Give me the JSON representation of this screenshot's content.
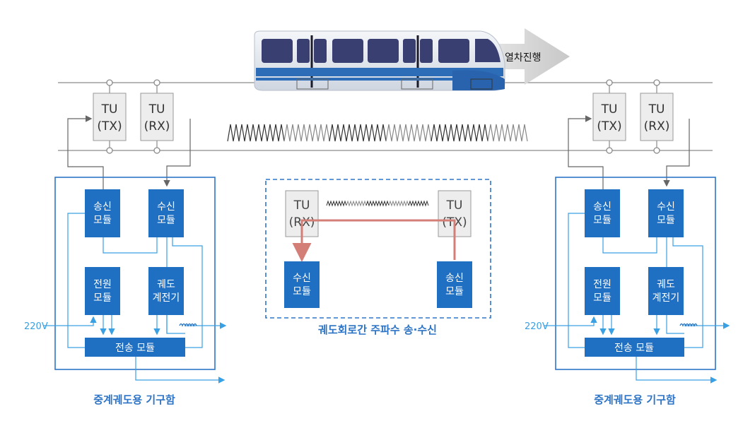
{
  "train_direction_label": "열차진행",
  "tu_units": {
    "tu_label": "TU",
    "tx_label": "(TX)",
    "rx_label": "(RX)"
  },
  "modules": {
    "transmit": [
      "송신",
      "모듈"
    ],
    "receive": [
      "수신",
      "모듈"
    ],
    "power": [
      "전원",
      "모듈"
    ],
    "relay": [
      "궤도",
      "계전기"
    ],
    "transmission": "전송 모듈"
  },
  "supply_voltage": "220V",
  "left_box_caption": "중계궤도용 기구함",
  "right_box_caption": "중계궤도용 기구함",
  "center_box_caption": "궤도회로간 주파수 송·수신",
  "colors": {
    "module_blue": "#1f6fc2",
    "frame_blue": "#2e76c8",
    "wire_light_blue": "#3aa0e4",
    "caption_blue": "#2e74c4",
    "link_red": "#d47e78",
    "rail_gray": "#8a8a8a"
  }
}
